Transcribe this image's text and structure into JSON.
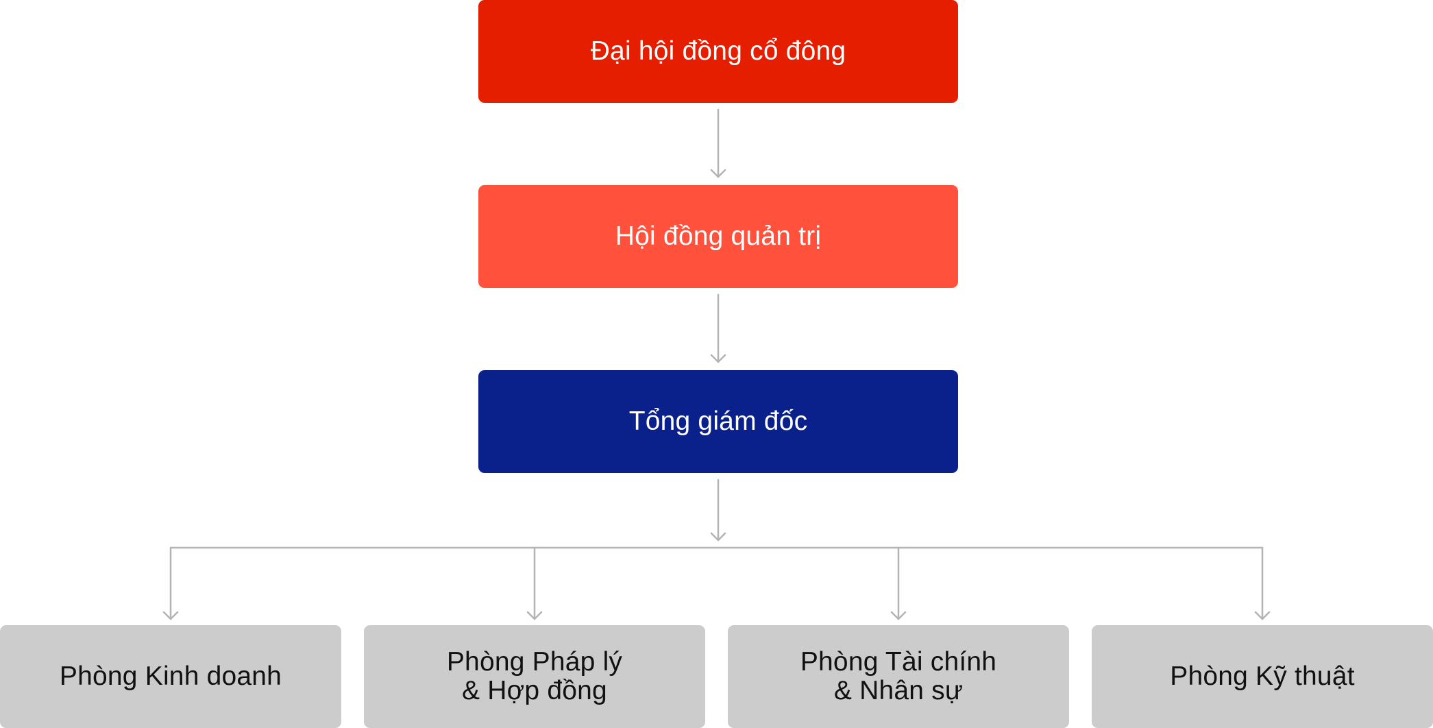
{
  "org_chart": {
    "top_nodes": [
      {
        "label": "Đại hội đồng cổ đông",
        "color": "#e61e00"
      },
      {
        "label": "Hội đồng quản trị",
        "color": "#ff513b"
      },
      {
        "label": "Tổng giám đốc",
        "color": "#0a208a"
      }
    ],
    "departments": [
      {
        "label": "Phòng Kinh doanh"
      },
      {
        "label": "Phòng Pháp lý\n& Hợp đồng"
      },
      {
        "label": "Phòng Tài chính\n& Nhân sự"
      },
      {
        "label": "Phòng Kỹ thuật"
      }
    ],
    "colors": {
      "connector": "#b3b3b3",
      "department_fill": "#cccccc",
      "department_text": "#111111",
      "top_text": "#ffffff"
    }
  }
}
